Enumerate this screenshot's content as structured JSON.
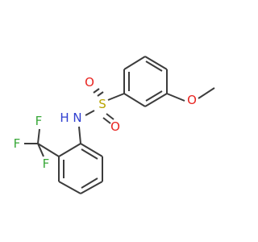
{
  "atoms": {
    "sulfur": {
      "symbol": "S",
      "color": "#b8a400"
    },
    "oxygen_top": {
      "symbol": "O",
      "color": "#e8231f"
    },
    "oxygen_bottom": {
      "symbol": "O",
      "color": "#e8231f"
    },
    "nitrogen": {
      "symbol": "N",
      "hydrogen": "H",
      "color": "#2f3fd0"
    },
    "methoxy_oxygen": {
      "symbol": "O",
      "color": "#e8231f"
    },
    "fluorine_top": {
      "symbol": "F",
      "color": "#38a838"
    },
    "fluorine_left": {
      "symbol": "F",
      "color": "#38a838"
    },
    "fluorine_bottom": {
      "symbol": "F",
      "color": "#38a838"
    }
  },
  "bond_color": "#3c3c3c"
}
